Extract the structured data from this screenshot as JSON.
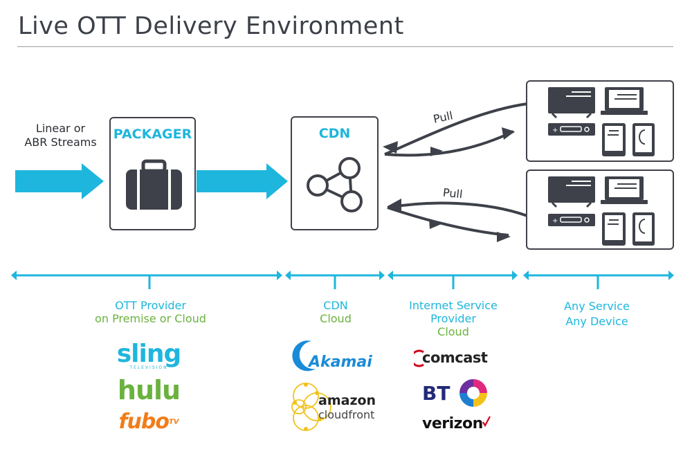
{
  "title": "Live OTT Delivery Environment",
  "input_label_line1": "Linear or",
  "input_label_line2": "ABR Streams",
  "packager_label": "PACKAGER",
  "cdn_label": "CDN",
  "pull_label_top": "Pull",
  "pull_label_bottom": "Pull",
  "sections": {
    "ott": {
      "line1": "OTT Provider",
      "line2": "on Premise or Cloud"
    },
    "cdn": {
      "line1": "CDN",
      "line2": "Cloud"
    },
    "isp": {
      "line1": "Internet Service",
      "line2": "Provider",
      "line3": "Cloud"
    },
    "device": {
      "line1": "Any Service",
      "line2": "Any Device"
    }
  },
  "logos": {
    "sling": "sling",
    "sling_sub": "TELEVISION",
    "hulu": "hulu",
    "fubo": "fubo",
    "fubo_tv": "TV",
    "akamai": "Akamai",
    "amazon": "amazon",
    "cloudfront": "cloudfront",
    "comcast": "comcast",
    "bt": "BT",
    "verizon": "verizon"
  },
  "colors": {
    "accent_blue": "#1eb6dd",
    "accent_green": "#6ab23e",
    "dark": "#3e4149",
    "fubo_orange": "#f07d1a"
  }
}
